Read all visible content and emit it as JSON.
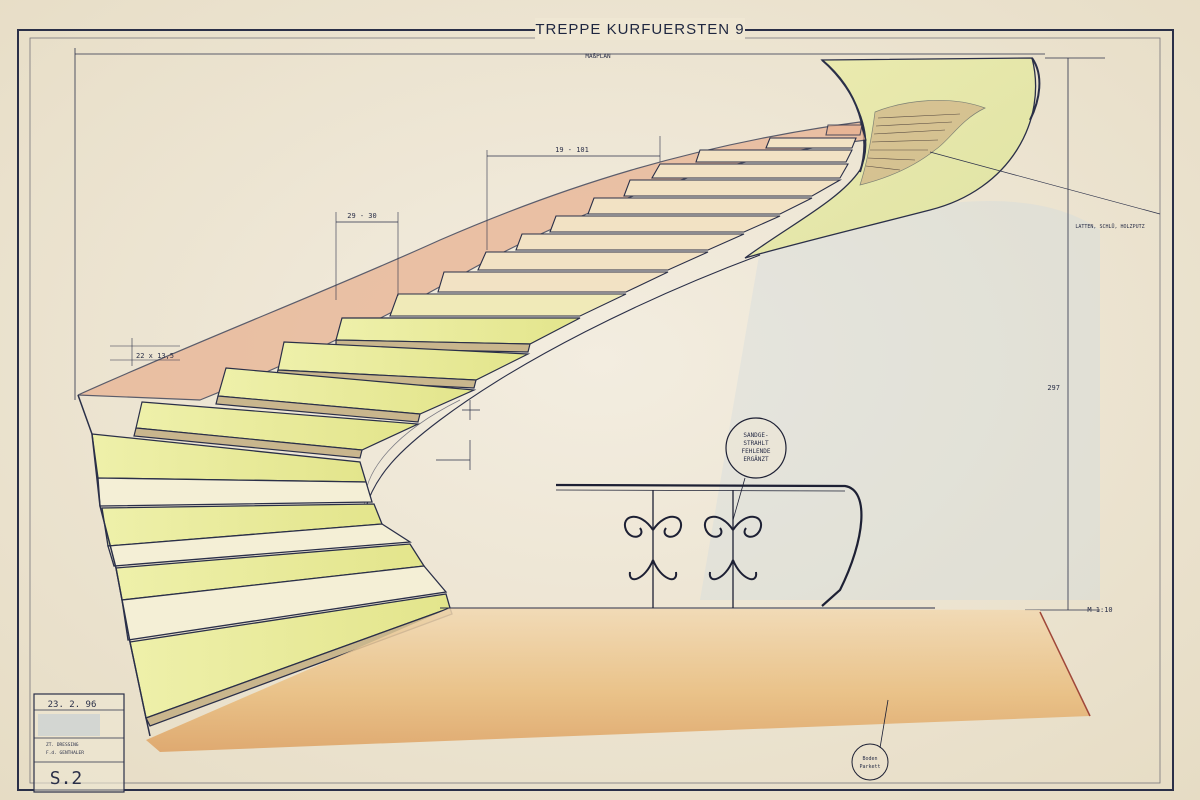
{
  "drawing": {
    "title": "TREPPE KURFUERSTEN 9",
    "subtitle": "MAßPLAN",
    "scale": "M 1:10"
  },
  "dimensions": {
    "run_top": "19 - 101",
    "tread_depth": "29 - 30",
    "step_size": "22 x 13,5",
    "height": "297"
  },
  "annotations": {
    "leader_top_right": "LATTEN, SCHLÜ, HOLZPUTZ",
    "balustrade_note_line1": "SANDGE-",
    "balustrade_note_line2": "STRAHLT",
    "balustrade_note_line3": "FEHLENDE",
    "balustrade_note_line4": "ERGÄNZT",
    "floor_note_line1": "Boden",
    "floor_note_line2": "Parkett"
  },
  "title_block": {
    "date": "23. 2. 96",
    "firm_line1": "ZT. DRESSING",
    "firm_line2": "F.d. GENTHALER",
    "sheet": "S.2"
  },
  "colors": {
    "paper": "#efe7d3",
    "ink": "#2a2f48",
    "tread_yellow": "#e8eb9c",
    "stringer_orange": "#e8b393",
    "floor_ochre": "#e7b270",
    "wall_green": "#e3e6a8"
  }
}
